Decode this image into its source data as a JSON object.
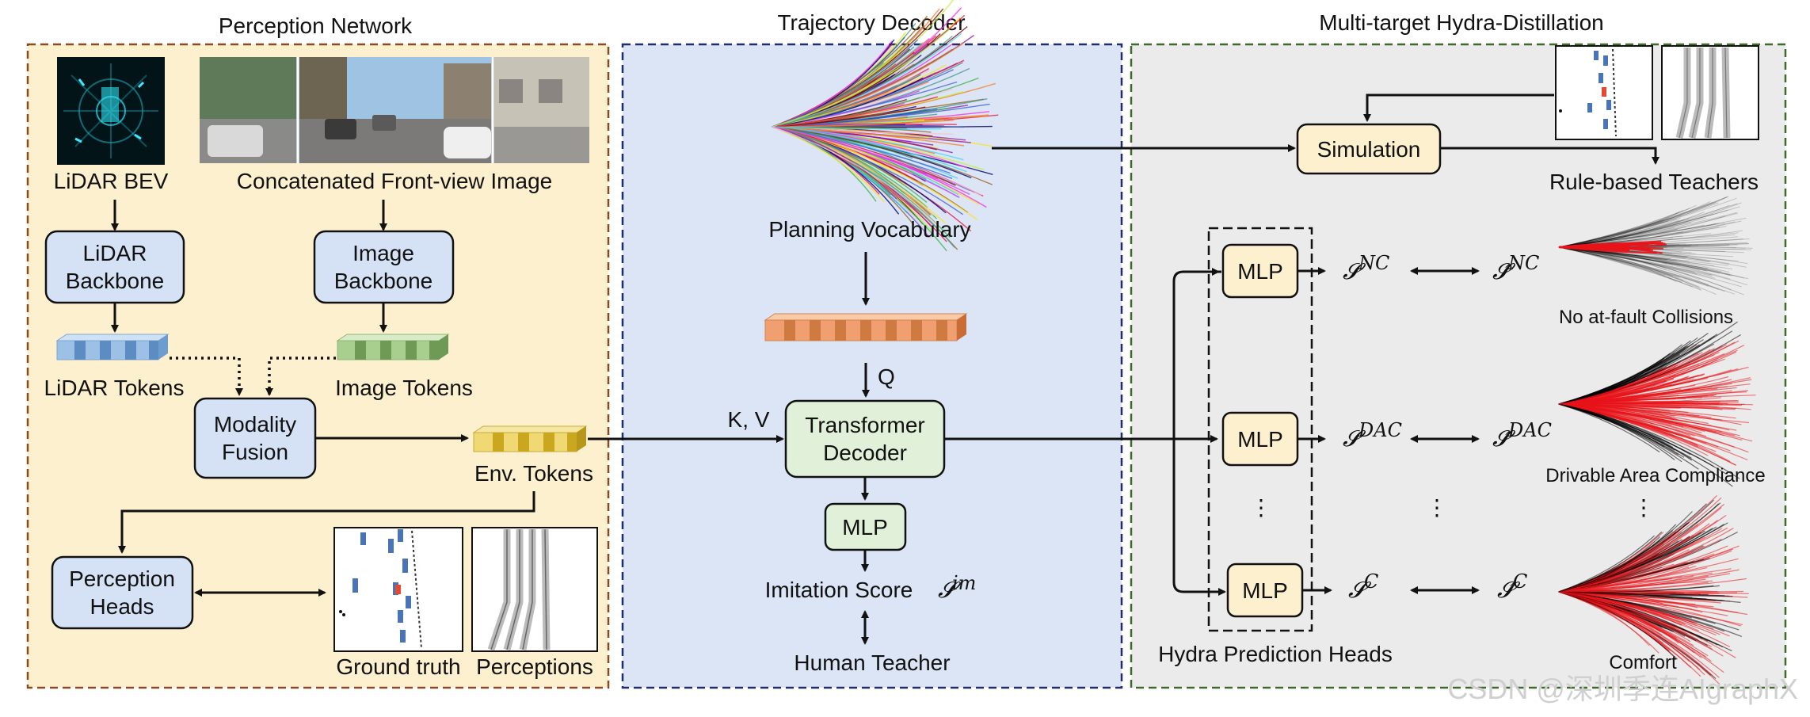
{
  "sections": {
    "perception_title": "Perception Network",
    "decoder_title": "Trajectory Decoder",
    "distill_title": "Multi-target Hydra-Distillation"
  },
  "perception": {
    "lidar_bev_label": "LiDAR BEV",
    "front_view_label": "Concatenated Front-view Image",
    "lidar_backbone": [
      "LiDAR",
      "Backbone"
    ],
    "image_backbone": [
      "Image",
      "Backbone"
    ],
    "lidar_tokens_label": "LiDAR Tokens",
    "image_tokens_label": "Image Tokens",
    "modality_fusion": [
      "Modality",
      "Fusion"
    ],
    "env_tokens_label": "Env. Tokens",
    "perception_heads": [
      "Perception",
      "Heads"
    ],
    "ground_truth_label": "Ground truth",
    "perceptions_label": "Perceptions"
  },
  "decoder": {
    "planning_vocab_label": "Planning Vocabulary",
    "q_label": "Q",
    "kv_label": "K, V",
    "transformer_decoder": [
      "Transformer",
      "Decoder"
    ],
    "mlp_label": "MLP",
    "imitation_score_label": "Imitation Score",
    "imitation_score_symbol": "𝓢",
    "imitation_score_sup": "im",
    "human_teacher_label": "Human Teacher"
  },
  "distill": {
    "simulation_label": "Simulation",
    "rule_teachers_label": "Rule-based Teachers",
    "mlp_label": "MLP",
    "ellipsis": "⋮",
    "hydra_heads_label": "Hydra Prediction Heads",
    "score_symbol": "𝓢",
    "score_hat_symbol": "𝓢̂",
    "heads": [
      {
        "sup": "NC",
        "caption": "No at-fault Collisions"
      },
      {
        "sup": "DAC",
        "caption": "Drivable Area Compliance"
      },
      {
        "sup": "C",
        "caption": "Comfort"
      }
    ]
  },
  "watermark": "CSDN @深圳季连AIgraphX",
  "colors": {
    "perception_bg": "#fdf0cf",
    "perception_border": "#8a4a1e",
    "decoder_bg": "#dbe5f5",
    "decoder_border": "#1f2e66",
    "distill_bg": "#ebebeb",
    "distill_border": "#3f6b2a",
    "blue_box": "#d5e2f5",
    "green_box": "#e1f0d8",
    "yellow_box": "#fdf0cf",
    "orange_token": "#f0a070",
    "blue_token": "#9cc0e6",
    "green_token": "#a9cf8f",
    "yellow_token": "#e8c94a",
    "trajectory_red": "#e8141a"
  }
}
